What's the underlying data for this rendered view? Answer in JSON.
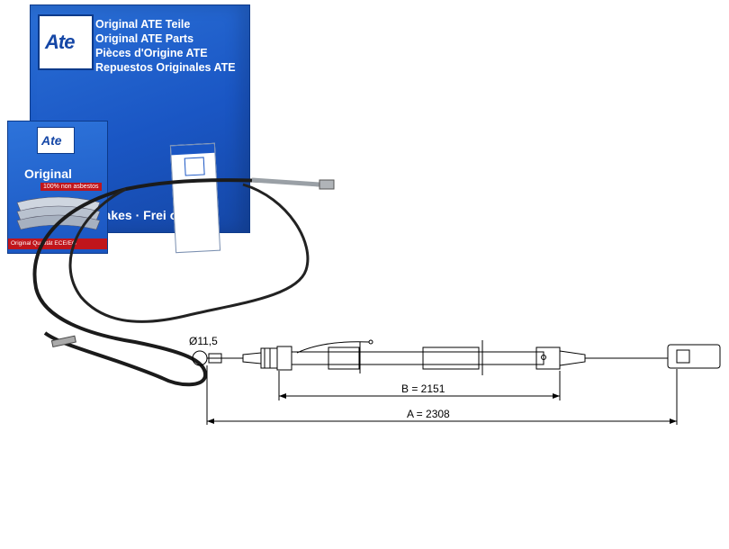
{
  "brand": {
    "logo_text": "Ate",
    "lines": [
      "Original ATE Teile",
      "Original ATE Parts",
      "Pièces d'Origine ATE",
      "Repuestos Originales ATE"
    ],
    "strip_text": "Brakes · Frei          os",
    "blue": "#1a56c4",
    "red": "#c0151b"
  },
  "small_box": {
    "logo_text": "Ate",
    "title": "Original",
    "asbestos": "100% non asbestos",
    "quality": "Original Qualität        ECE/EG"
  },
  "drawing": {
    "diameter_label": "Ø11,5",
    "dim_b_label": "B = 2151",
    "dim_a_label": "A = 2308"
  }
}
